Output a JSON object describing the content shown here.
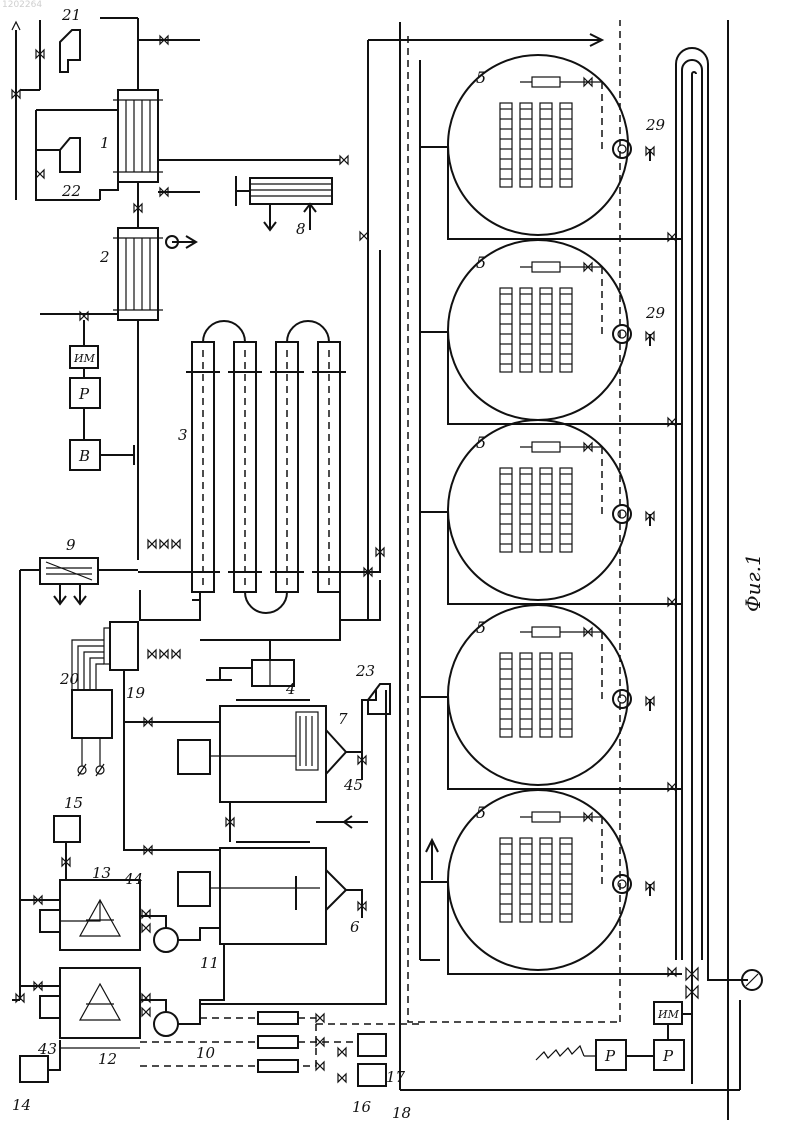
{
  "figure_caption": "Фиг.1",
  "scan_id": "1202264",
  "labels": {
    "l1": "1",
    "l2": "2",
    "l3": "3",
    "l4": "4",
    "l5": "5",
    "l6": "6",
    "l7": "7",
    "l8": "8",
    "l9": "9",
    "l10": "10",
    "l11": "11",
    "l12": "12",
    "l13": "13",
    "l14": "14",
    "l15": "15",
    "l16": "16",
    "l17": "17",
    "l18": "18",
    "l19": "19",
    "l20": "20",
    "l21": "21",
    "l22": "22",
    "l23": "23",
    "l29": "29",
    "l43": "43",
    "l44": "44",
    "l45": "45"
  },
  "box_labels": {
    "P": "P",
    "B": "B",
    "IM": "ИМ"
  },
  "colors": {
    "ink": "#111111",
    "paper": "#ffffff"
  }
}
